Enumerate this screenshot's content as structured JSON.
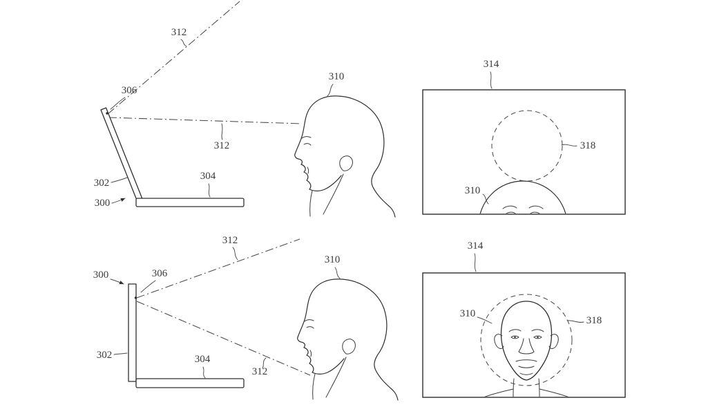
{
  "diagram": {
    "background": "#ffffff",
    "ink_color": "#2e2e2e",
    "reference_numerals": {
      "top": {
        "fov_line_upper": "312",
        "camera": "306",
        "fov_line_mid": "312",
        "display_housing": "302",
        "device": "300",
        "base_housing": "304",
        "user_head": "310",
        "capture_frame": "314",
        "target_zone": "318",
        "framed_head": "310"
      },
      "bottom": {
        "fov_line_upper": "312",
        "user_head": "310",
        "capture_frame": "314",
        "device": "300",
        "camera": "306",
        "display_housing": "302",
        "base_housing": "304",
        "fov_line_lower": "312",
        "framed_head": "310",
        "target_zone": "318"
      }
    }
  }
}
